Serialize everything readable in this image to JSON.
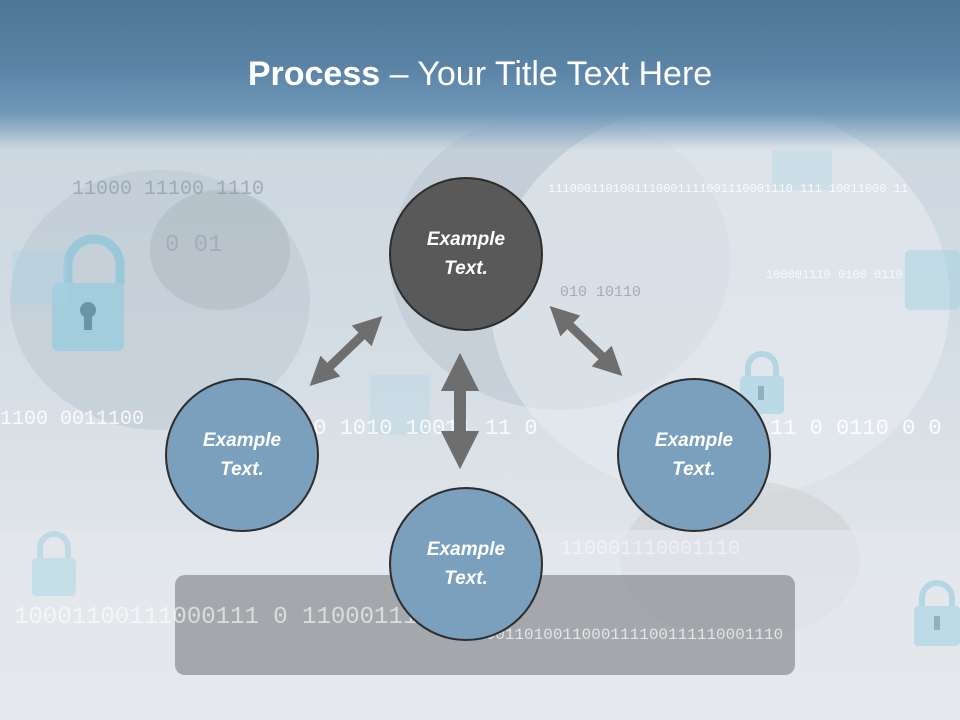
{
  "title": {
    "bold": "Process",
    "rest": " – Your Title Text Here"
  },
  "nodes": {
    "top": {
      "line1": "Example",
      "line2": "Text."
    },
    "left": {
      "line1": "Example",
      "line2": "Text."
    },
    "right": {
      "line1": "Example",
      "line2": "Text."
    },
    "bottom": {
      "line1": "Example",
      "line2": "Text."
    }
  },
  "background_binary": {
    "b1": "11000 11100 1110",
    "b2": "0 01",
    "b3": "1110001101001110001111001110001110 111 10011000 11",
    "b4": "010 10110",
    "b5": "100001110 0100 0110",
    "b6": "1100 0011100",
    "b7": "10 1010 10011 11 0",
    "b8": "11 0 0110 0 0",
    "b9": "10001100111000111 0 110001110",
    "b10": "10011010011000111100111110001110",
    "b11": "110001110001110"
  },
  "colors": {
    "header": "#5a83a5",
    "node_dark": "#595959",
    "node_blue": "#7aa0be",
    "arrow": "#6e6e6e"
  }
}
